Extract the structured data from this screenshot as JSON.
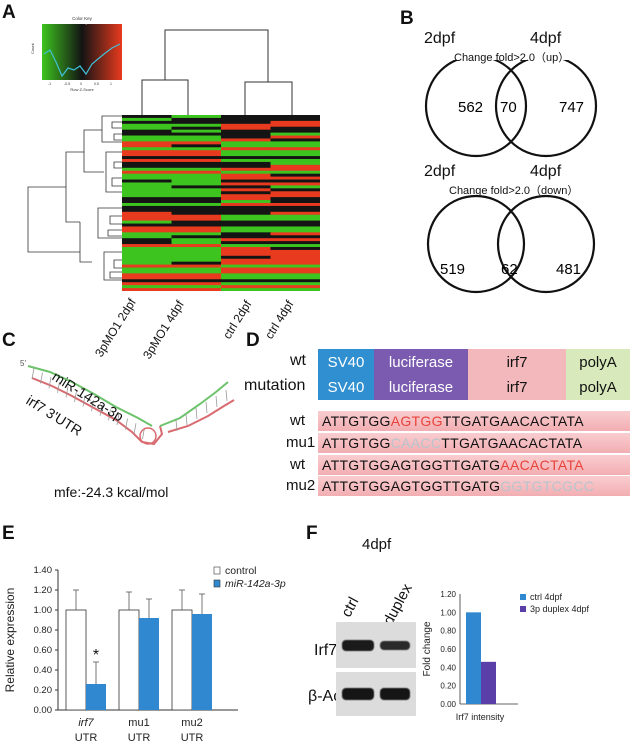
{
  "panels": {
    "a": "A",
    "b": "B",
    "c": "C",
    "d": "D",
    "e": "E",
    "f": "F"
  },
  "panel_a": {
    "color_key_title": "Color Key",
    "color_key_subtitle": "and Histogram",
    "color_key_ylabel": "Count",
    "color_key_xlabel": "Row Z-Score",
    "color_key_ticks": [
      "-1",
      "-0.5",
      "0",
      "0.5",
      "1"
    ],
    "columns": [
      "3pMO1 2dpf",
      "3pMO1 4dpf",
      "ctrl 2dpf",
      "ctrl 4dpf"
    ],
    "colors": {
      "high": "#e83a1e",
      "low": "#3ec41e",
      "mid": "#141414"
    }
  },
  "panel_b": {
    "venn_up": {
      "left_label": "2dpf",
      "right_label": "4dpf",
      "subtitle": "Change fold>2.0（up）",
      "left": "562",
      "overlap": "70",
      "right": "747"
    },
    "venn_down": {
      "left_label": "2dpf",
      "right_label": "4dpf",
      "subtitle": "Change fold>2.0（down）",
      "left": "519",
      "overlap": "62",
      "right": "481"
    }
  },
  "panel_c": {
    "mirna_label": "miR-142a-3p",
    "utr_label": "irf7 3'UTR",
    "mfe": "mfe:-24.3 kcal/mol",
    "five_prime": "5'"
  },
  "panel_d": {
    "constructs": [
      {
        "name": "wt",
        "parts": [
          "SV40",
          "luciferase",
          "irf7",
          "polyA"
        ]
      },
      {
        "name": "mutation",
        "parts": [
          "SV40",
          "luciferase",
          "irf7",
          "polyA"
        ]
      }
    ],
    "colors": {
      "sv40": "#2f8fd0",
      "luciferase": "#7b5bb0",
      "irf7": "#f3b8bb",
      "polyA": "#d8eabb"
    },
    "sequences": [
      {
        "name": "wt",
        "pre": "ATTGTGG",
        "mid": "AGTGG",
        "post": "TTGATGAACACTATA",
        "mid_style": "red"
      },
      {
        "name": "mu1",
        "pre": "ATTGTGG",
        "mid": "CAACC",
        "post": "TTGATGAACACTATA",
        "mid_style": "gray"
      },
      {
        "name": "wt",
        "pre": "ATTGTGGAGTGGTTGATG",
        "mid": "AACACTATA",
        "post": "",
        "mid_style": "red"
      },
      {
        "name": "mu2",
        "pre": "ATTGTGGAGTGGTTGATG",
        "mid": "GGTGTCGCC",
        "post": "",
        "mid_style": "gray"
      }
    ]
  },
  "chart_data": [
    {
      "type": "bar",
      "panel": "E",
      "ylabel": "Relative expression",
      "ylim": [
        0,
        1.4
      ],
      "yticks": [
        "0.00",
        "0.20",
        "0.40",
        "0.60",
        "0.80",
        "1.00",
        "1.20",
        "1.40"
      ],
      "categories": [
        "irf7",
        "mu1",
        "mu2"
      ],
      "category_sublabels": [
        "UTR",
        "UTR",
        "UTR"
      ],
      "series": [
        {
          "name": "control",
          "color": "#ffffff",
          "values": [
            1.0,
            1.0,
            1.0
          ],
          "errors": [
            0.2,
            0.18,
            0.2
          ]
        },
        {
          "name": "miR-142a-3p",
          "color": "#2f88d0",
          "values": [
            0.26,
            0.92,
            0.96
          ],
          "errors": [
            0.22,
            0.19,
            0.2
          ]
        }
      ],
      "annotations": [
        "*"
      ],
      "legend_position": "top-right"
    },
    {
      "type": "bar",
      "panel": "F",
      "xlabel": "Irf7 intensity",
      "ylabel": "Fold change",
      "ylim": [
        0,
        1.2
      ],
      "yticks": [
        "0.00",
        "0.20",
        "0.40",
        "0.60",
        "0.80",
        "1.00",
        "1.20"
      ],
      "series": [
        {
          "name": "ctrl 4dpf",
          "color": "#2f88d0",
          "values": [
            1.0
          ]
        },
        {
          "name": "3p duplex 4dpf",
          "color": "#5a3fa8",
          "values": [
            0.46
          ]
        }
      ],
      "legend_position": "top-right"
    }
  ],
  "panel_f": {
    "stage": "4dpf",
    "lanes": [
      "ctrl",
      "duplex"
    ],
    "rows": [
      "Irf7",
      "β-Actin"
    ]
  }
}
